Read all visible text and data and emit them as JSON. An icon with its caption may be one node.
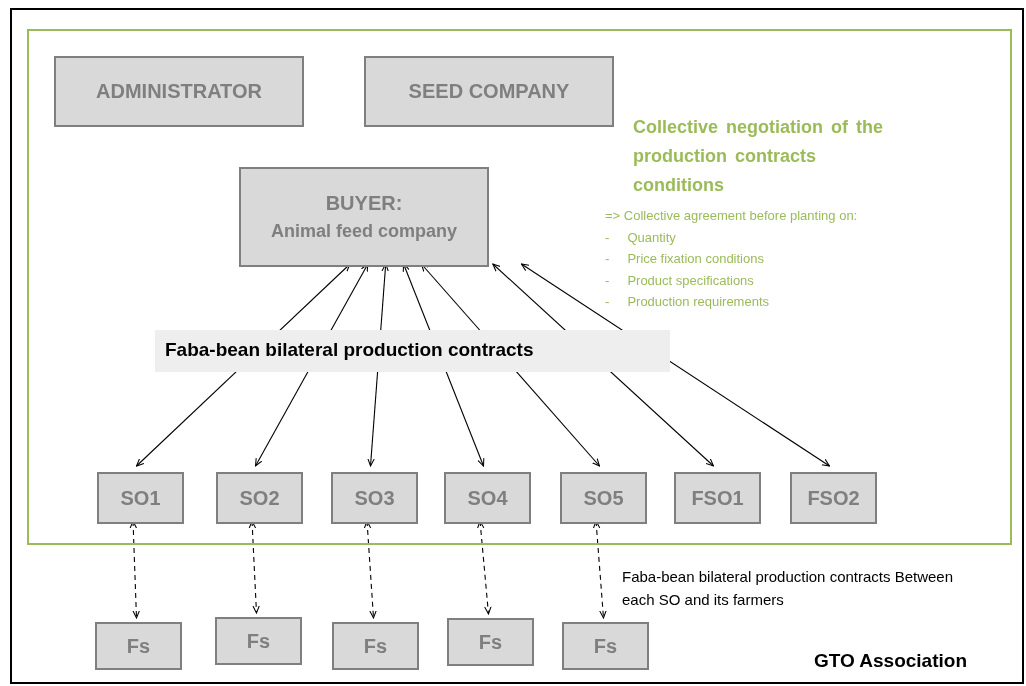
{
  "diagram": {
    "nodes": [
      {
        "text": [
          "GTO Association"
        ]
      },
      {
        "text": [
          "Collective negotiation of the production contracts conditions"
        ],
        "in": 0
      },
      {
        "text": [
          "ADMINISTRATOR"
        ],
        "in": 1
      },
      {
        "text": [
          "SEED COMPANY"
        ],
        "in": 1
      },
      {
        "text": [
          "BUYER:",
          "Animal feed company"
        ],
        "in": 1
      },
      {
        "text": [
          "SO1"
        ],
        "in": 1
      },
      {
        "text": [
          "SO2"
        ],
        "in": 1
      },
      {
        "text": [
          "SO3"
        ],
        "in": 1
      },
      {
        "text": [
          "SO4"
        ],
        "in": 1
      },
      {
        "text": [
          "SO5"
        ],
        "in": 1
      },
      {
        "text": [
          "FSO1"
        ],
        "in": 1
      },
      {
        "text": [
          "FSO2"
        ],
        "in": 1
      },
      {
        "text": [
          "Fs"
        ],
        "in": 0
      },
      {
        "text": [
          "Fs"
        ],
        "in": 0
      },
      {
        "text": [
          "Fs"
        ],
        "in": 0
      },
      {
        "text": [
          "Fs"
        ],
        "in": 0
      },
      {
        "text": [
          "Fs"
        ],
        "in": 0
      }
    ],
    "edges": [
      {
        "from": 4,
        "to": 5,
        "arrow": "both"
      },
      {
        "from": 4,
        "to": 6,
        "arrow": "both"
      },
      {
        "from": 4,
        "to": 7,
        "arrow": "both"
      },
      {
        "from": 4,
        "to": 8,
        "arrow": "both"
      },
      {
        "from": 4,
        "to": 9,
        "arrow": "both"
      },
      {
        "from": 4,
        "to": 10,
        "arrow": "both"
      },
      {
        "from": 4,
        "to": 11,
        "arrow": "both"
      },
      {
        "from": 5,
        "to": 12,
        "arrow": "both",
        "style": "dashed"
      },
      {
        "from": 6,
        "to": 13,
        "arrow": "both",
        "style": "dashed"
      },
      {
        "from": 7,
        "to": 14,
        "arrow": "both",
        "style": "dashed"
      },
      {
        "from": 8,
        "to": 15,
        "arrow": "both",
        "style": "dashed"
      },
      {
        "from": 9,
        "to": 16,
        "arrow": "both",
        "style": "dashed"
      }
    ],
    "labels": [
      "=> Collective agreement before planting on:",
      "- Quantity",
      "- Price fixation conditions",
      "- Product specifications",
      "- Production requirements",
      "Faba-bean bilateral production contracts",
      "Faba-bean bilateral production contracts Between each SO and its farmers"
    ]
  }
}
